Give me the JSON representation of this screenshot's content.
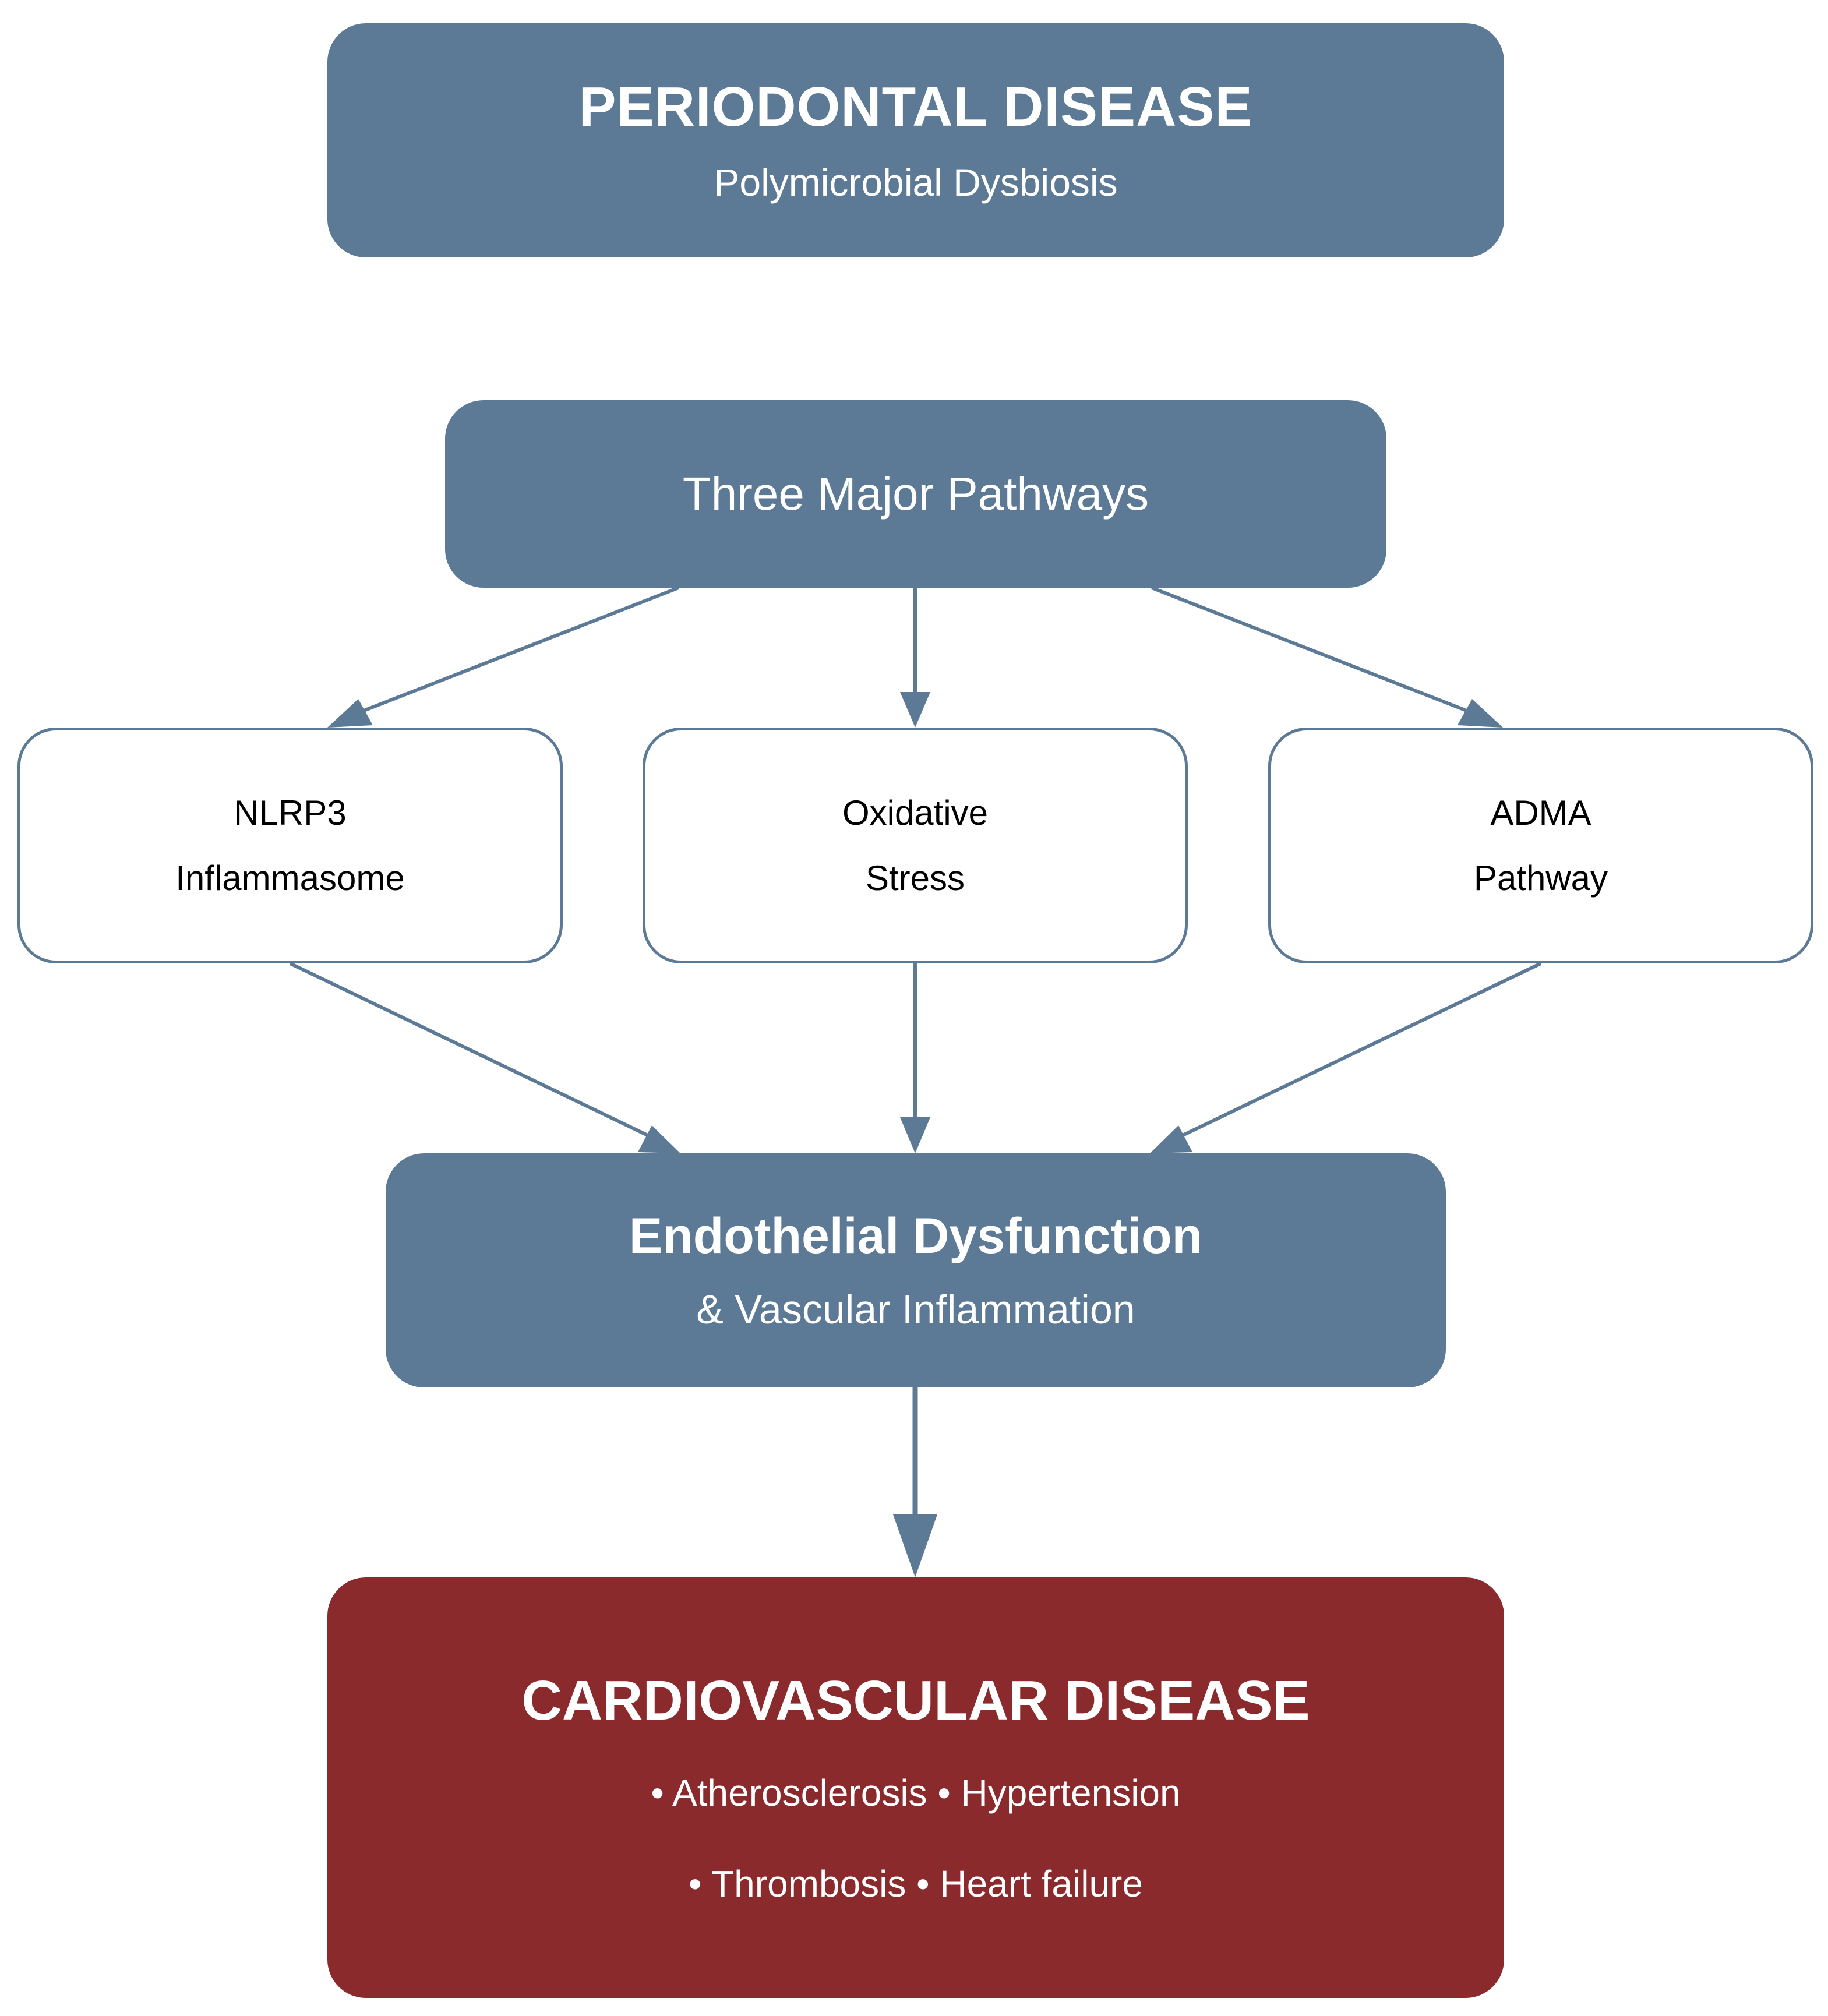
{
  "colors": {
    "primary_fill": "#5c7a96",
    "outcome_fill": "#8b2a2d",
    "edge": "#5c7a96",
    "box_border": "#5c7a96",
    "text_light": "#ffffff",
    "text_dark": "#000000"
  },
  "nodes": {
    "periodontal": {
      "title": "PERIODONTAL DISEASE",
      "subtitle": "Polymicrobial Dysbiosis"
    },
    "pathways": {
      "title": "Three Major Pathways"
    },
    "nlrp3": {
      "line1": "NLRP3",
      "line2": "Inflammasome"
    },
    "oxidative": {
      "line1": "Oxidative",
      "line2": "Stress"
    },
    "adma": {
      "line1": "ADMA",
      "line2": "Pathway"
    },
    "endothelial": {
      "title": "Endothelial Dysfunction",
      "subtitle": "& Vascular Inflammation"
    },
    "cvd": {
      "title": "CARDIOVASCULAR DISEASE",
      "line1": "• Atherosclerosis • Hypertension",
      "line2": "• Thrombosis • Heart failure"
    }
  },
  "edges": [
    {
      "from": "pathways",
      "to": "nlrp3"
    },
    {
      "from": "pathways",
      "to": "oxidative"
    },
    {
      "from": "pathways",
      "to": "adma"
    },
    {
      "from": "nlrp3",
      "to": "endothelial"
    },
    {
      "from": "oxidative",
      "to": "endothelial"
    },
    {
      "from": "adma",
      "to": "endothelial"
    },
    {
      "from": "endothelial",
      "to": "cvd"
    }
  ]
}
